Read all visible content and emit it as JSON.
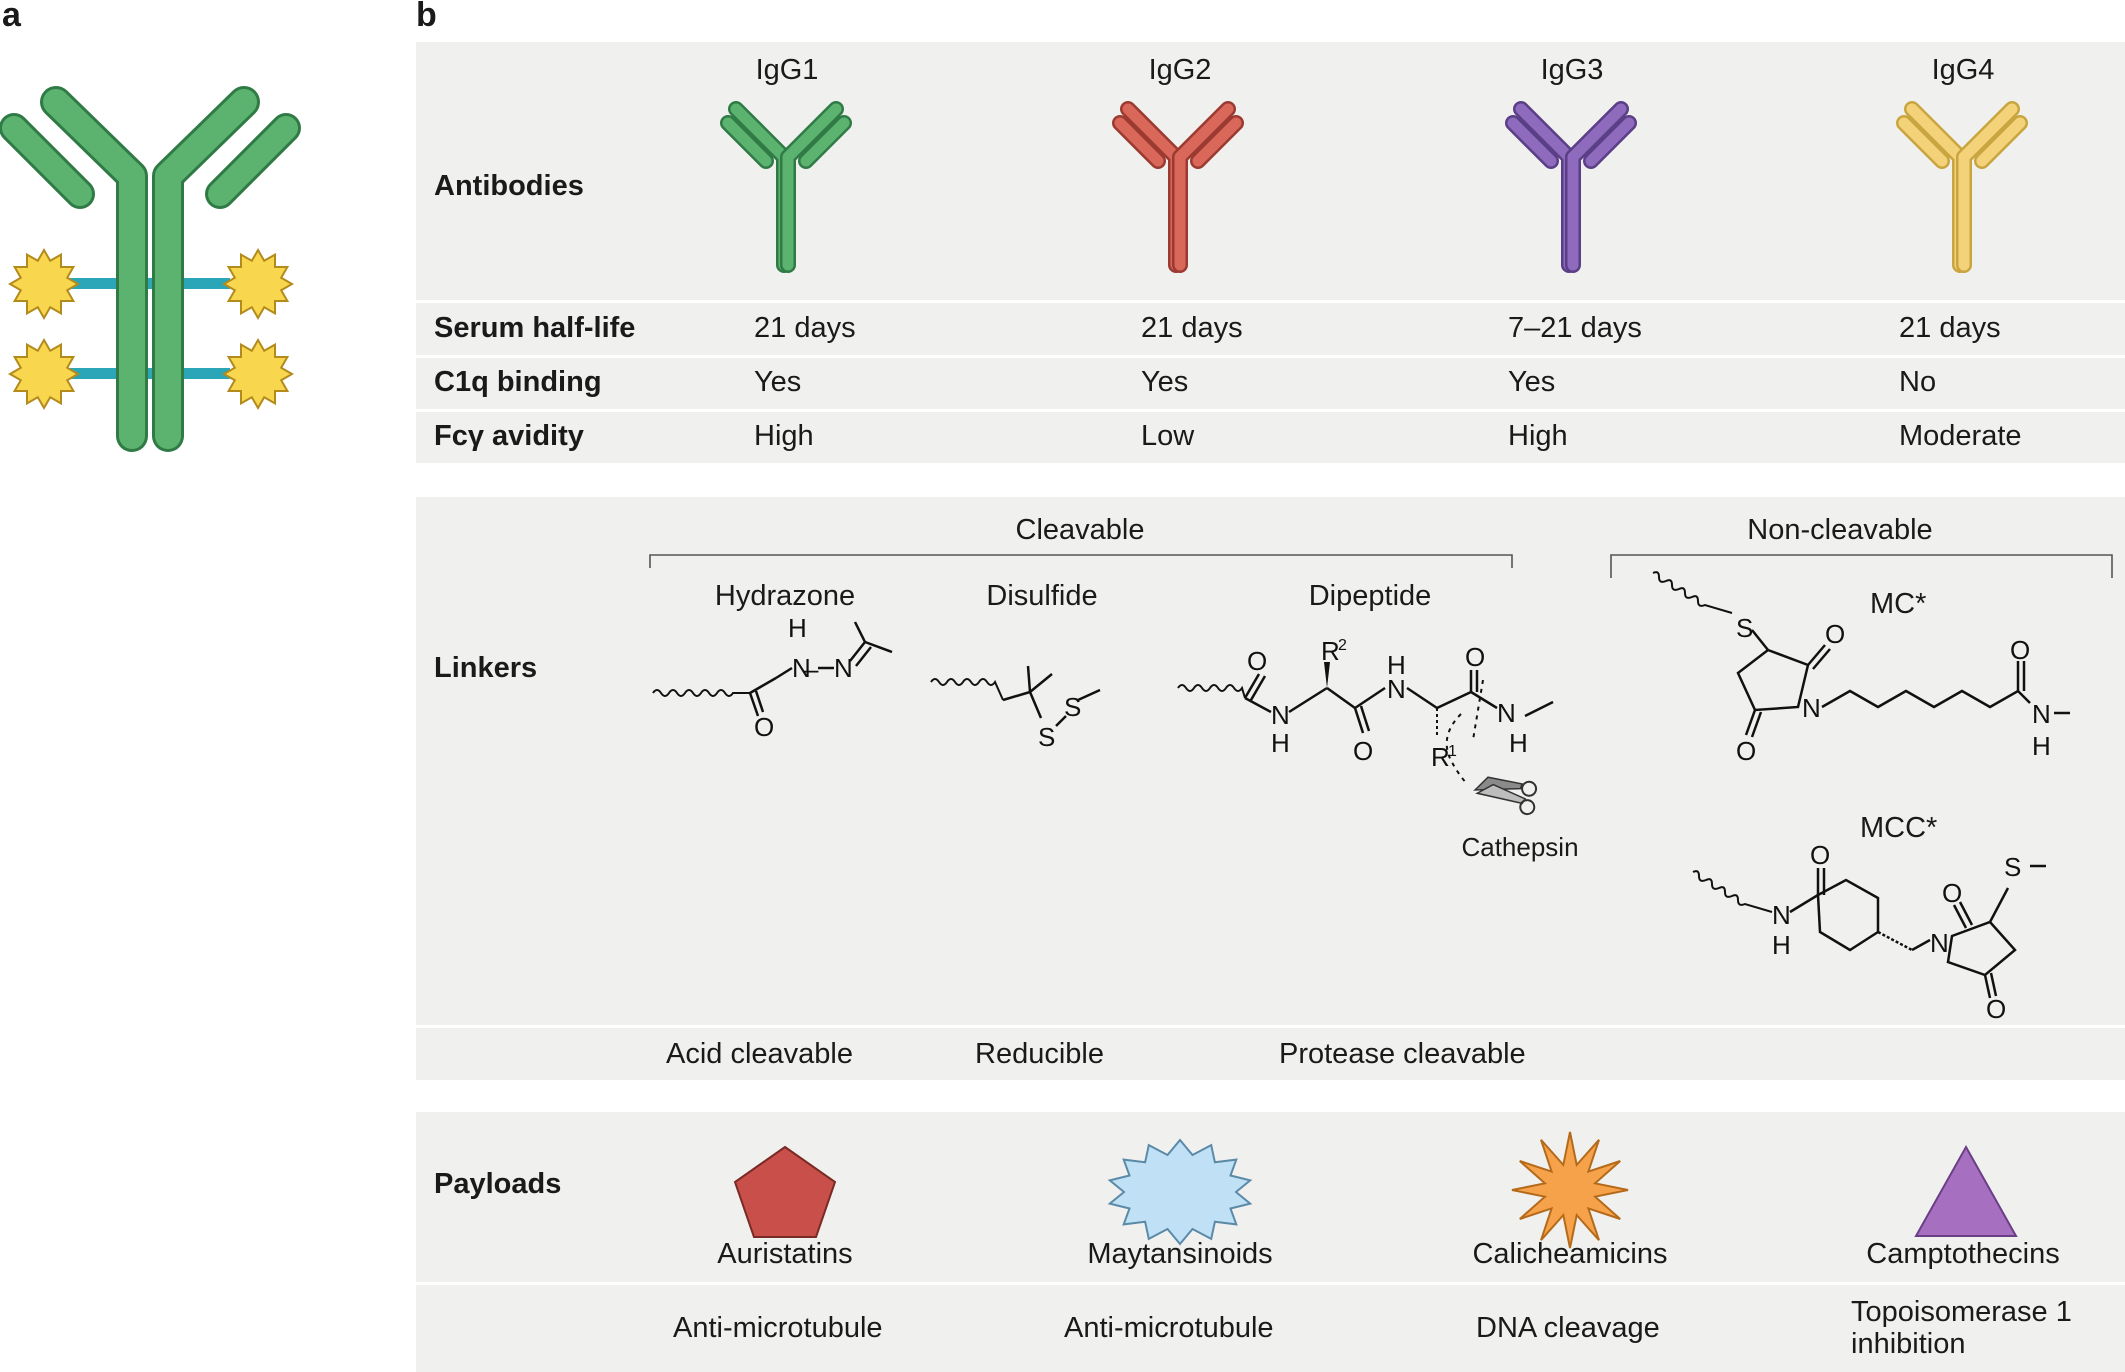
{
  "panel_a": {
    "letter": "a"
  },
  "panel_b": {
    "letter": "b"
  },
  "antibodies": {
    "row_label": "Antibodies",
    "items": [
      {
        "name": "IgG1",
        "color": "#5cb36f",
        "edge": "#2f7a45"
      },
      {
        "name": "IgG2",
        "color": "#d9675a",
        "edge": "#9a3a31"
      },
      {
        "name": "IgG3",
        "color": "#8e6bbd",
        "edge": "#5a3e86"
      },
      {
        "name": "IgG4",
        "color": "#f4d27a",
        "edge": "#c9a540"
      }
    ]
  },
  "properties": [
    {
      "label": "Serum half-life",
      "values": [
        "21 days",
        "21 days",
        "7–21 days",
        "21 days"
      ]
    },
    {
      "label": "C1q binding",
      "values": [
        "Yes",
        "Yes",
        "Yes",
        "No"
      ]
    },
    {
      "label": "Fcγ avidity",
      "values": [
        "High",
        "Low",
        "High",
        "Moderate"
      ]
    }
  ],
  "linkers": {
    "row_label": "Linkers",
    "group_cleavable": "Cleavable",
    "group_noncleavable": "Non-cleavable",
    "items": [
      {
        "name": "Hydrazone"
      },
      {
        "name": "Disulfide"
      },
      {
        "name": "Dipeptide"
      },
      {
        "name": "MC*"
      },
      {
        "name": "MCC*"
      }
    ],
    "enzyme": "Cathepsin",
    "mechanisms": [
      "Acid cleavable",
      "Reducible",
      "Protease cleavable"
    ],
    "atoms": {
      "H": "H",
      "N": "N",
      "O": "O",
      "S": "S",
      "R1": "R",
      "R1_sup": "1",
      "R2": "R",
      "R2_sup": "2",
      "NH_label": "N",
      "dash": "–"
    }
  },
  "payloads": {
    "row_label": "Payloads",
    "items": [
      {
        "name": "Auristatins",
        "mechanism": "Anti-microtubule",
        "color": "#c9504a",
        "shape": "pentagon"
      },
      {
        "name": "Maytansinoids",
        "mechanism": "Anti-microtubule",
        "color": "#bfe0f5",
        "shape": "starburst"
      },
      {
        "name": "Calicheamicins",
        "mechanism": "DNA cleavage",
        "color": "#f5a24b",
        "shape": "star"
      },
      {
        "name": "Camptothecins",
        "mechanism_line1": "Topoisomerase 1",
        "mechanism_line2": "inhibition",
        "color": "#a76fbf",
        "shape": "triangle"
      }
    ]
  },
  "adc": {
    "antibody_color": "#5cb36f",
    "linker_color": "#2aa6b8",
    "payload_color": "#f8d64e"
  }
}
